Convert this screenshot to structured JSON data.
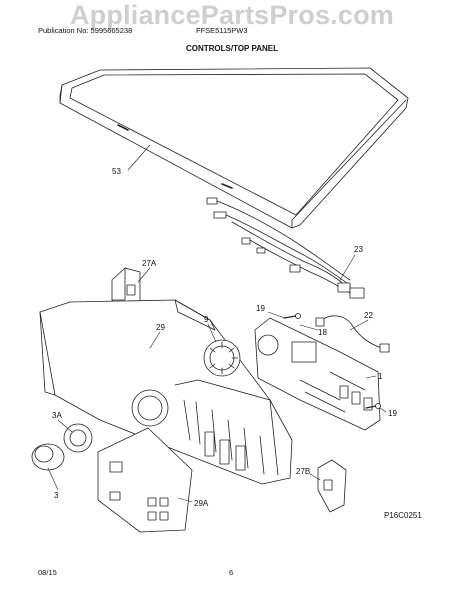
{
  "header": {
    "watermark": "AppliancePartsPros.com",
    "publication": "Publication No: 5995665238",
    "model": "FFSE5115PW3",
    "section_title": "CONTROLS/TOP PANEL"
  },
  "callouts": [
    "53",
    "23",
    "27A",
    "29",
    "9",
    "19",
    "18",
    "22",
    "1",
    "19",
    "3A",
    "27B",
    "3",
    "29A"
  ],
  "figure_code": "P16C0251",
  "footer": {
    "date": "08/15",
    "page": "6"
  }
}
